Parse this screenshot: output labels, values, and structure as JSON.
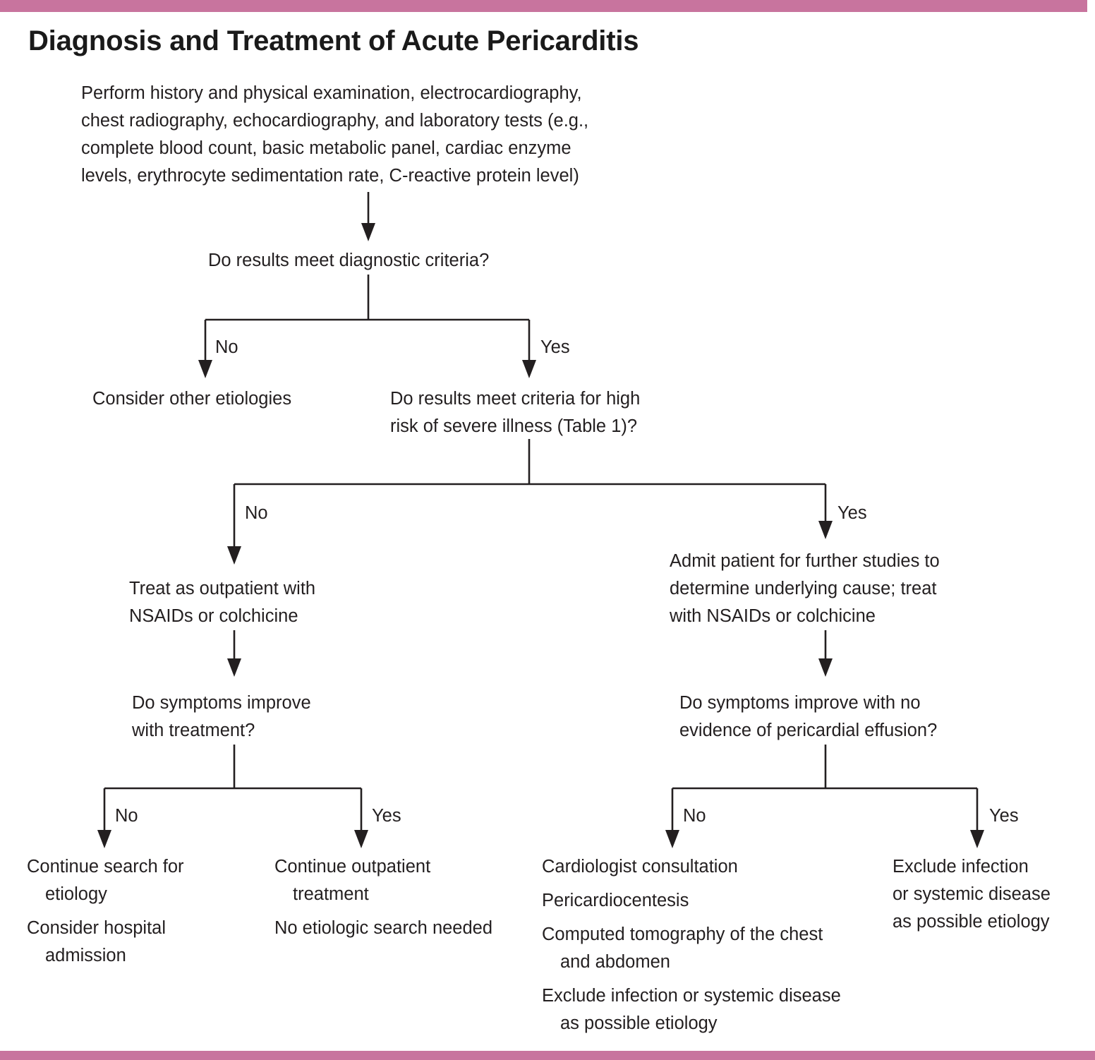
{
  "page": {
    "title": "Diagnosis and Treatment of Acute Pericarditis",
    "accent_color": "#c8749e",
    "text_color": "#231f20",
    "background": "#ffffff"
  },
  "flowchart": {
    "type": "decision-tree",
    "nodes": {
      "start": {
        "id": "start",
        "kind": "process",
        "text": "Perform history and physical examination, electrocardiography,\nchest radiography, echocardiography, and laboratory tests (e.g.,\ncomplete blood count, basic metabolic panel, cardiac enzyme\nlevels, erythrocyte sedimentation rate, C-reactive protein level)"
      },
      "d1": {
        "id": "d1",
        "kind": "decision",
        "text": "Do results meet diagnostic criteria?"
      },
      "d1_no": {
        "id": "d1_no",
        "kind": "terminal",
        "text": "Consider other etiologies"
      },
      "d2": {
        "id": "d2",
        "kind": "decision",
        "text": "Do results meet criteria for high\nrisk of severe illness (Table 1)?"
      },
      "d2_no_treat": {
        "id": "d2_no_treat",
        "kind": "process",
        "text": "Treat as outpatient with\nNSAIDs or colchicine"
      },
      "d2_yes_admit": {
        "id": "d2_yes_admit",
        "kind": "process",
        "text": "Admit patient for further studies to\ndetermine underlying cause; treat\nwith NSAIDs or colchicine"
      },
      "d3": {
        "id": "d3",
        "kind": "decision",
        "text": "Do symptoms improve\nwith treatment?"
      },
      "d4": {
        "id": "d4",
        "kind": "decision",
        "text": "Do symptoms improve with no\nevidence of pericardial effusion?"
      },
      "d3_no": {
        "id": "d3_no",
        "kind": "terminal",
        "items": [
          "Continue search for etiology",
          "Consider hospital admission"
        ]
      },
      "d3_yes": {
        "id": "d3_yes",
        "kind": "terminal",
        "items": [
          "Continue outpatient treatment",
          "No etiologic search needed"
        ]
      },
      "d4_no": {
        "id": "d4_no",
        "kind": "terminal",
        "items": [
          "Cardiologist consultation",
          "Pericardiocentesis",
          "Computed tomography of the chest and abdomen",
          "Exclude infection or systemic disease as possible etiology"
        ]
      },
      "d4_yes": {
        "id": "d4_yes",
        "kind": "terminal",
        "text": "Exclude infection\nor systemic disease\nas possible etiology"
      }
    },
    "branch_labels": {
      "d1_no": "No",
      "d1_yes": "Yes",
      "d2_no": "No",
      "d2_yes": "Yes",
      "d3_no": "No",
      "d3_yes": "Yes",
      "d4_no": "No",
      "d4_yes": "Yes"
    }
  }
}
